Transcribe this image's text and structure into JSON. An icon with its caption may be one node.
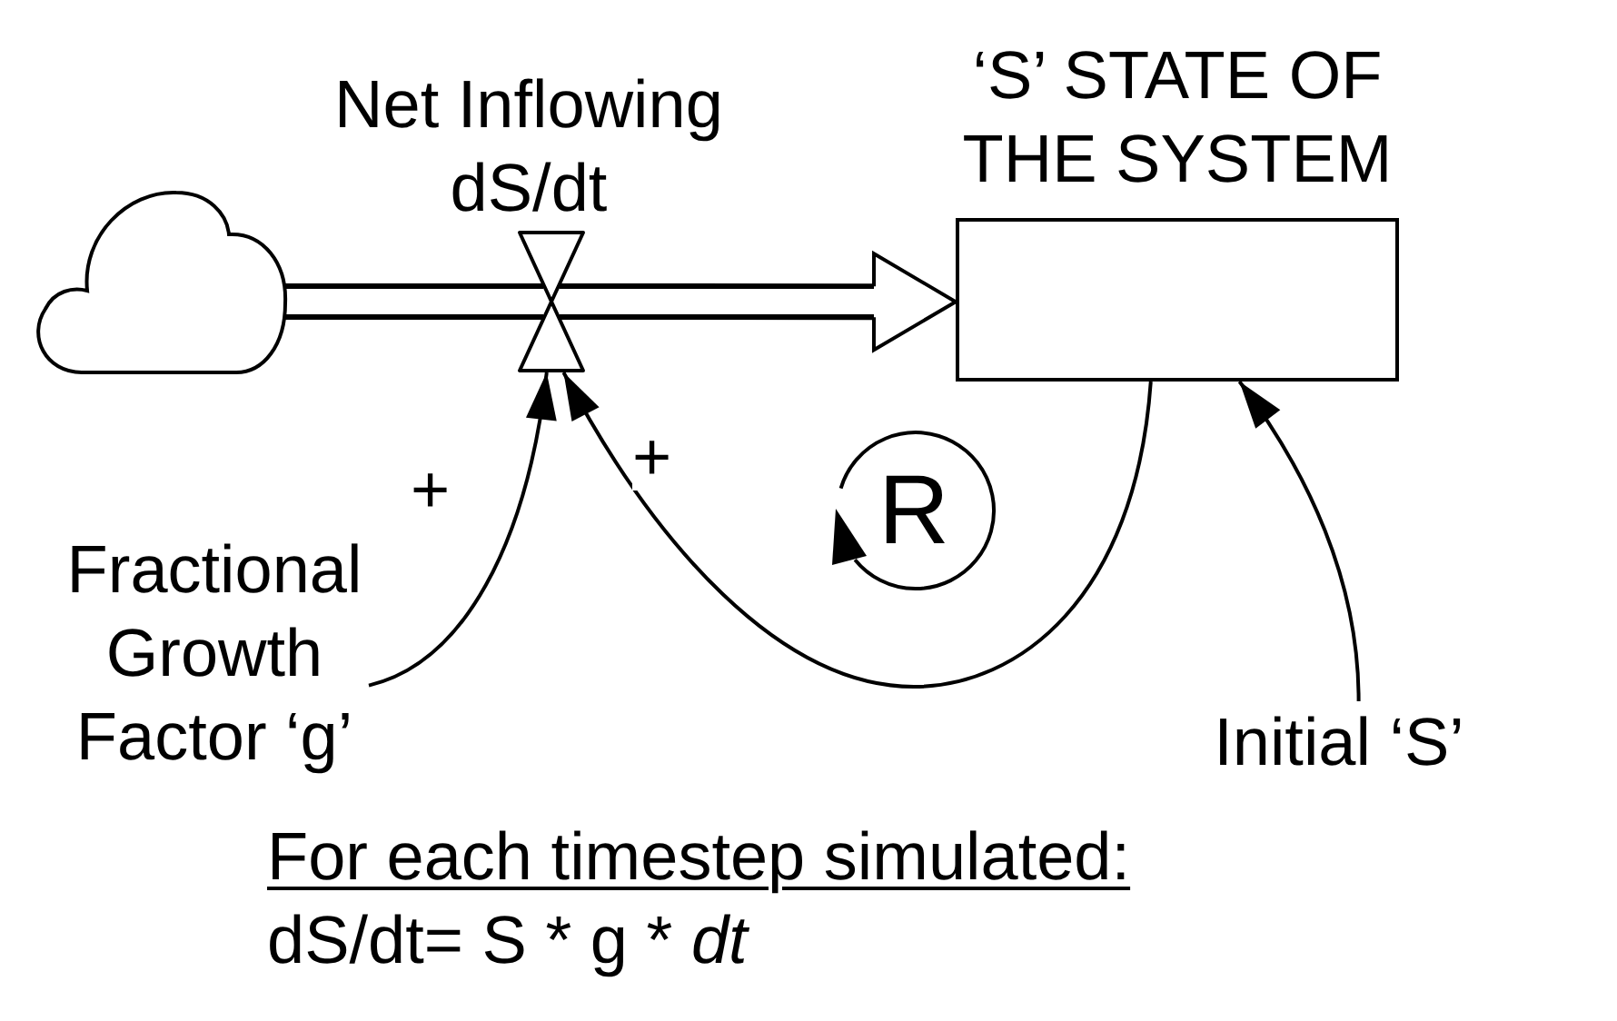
{
  "diagram": {
    "nodes": [
      {
        "text": [],
        "shape": "cloud"
      },
      {
        "text": [],
        "shape": "valve",
        "beside": [
          "Net Inflowing dS/dt"
        ]
      },
      {
        "text": [
          "‘S’ STATE OF THE SYSTEM"
        ]
      },
      {
        "text": [
          "R"
        ]
      },
      {
        "text": [
          "Fractional Growth Factor ‘g’"
        ]
      },
      {
        "text": [
          "Initial ‘S’"
        ]
      }
    ],
    "edges": [
      {
        "from": 0,
        "to": 1,
        "arrow": "none",
        "style": "thick"
      },
      {
        "from": 1,
        "to": 2,
        "arrow": "to",
        "style": "thick"
      },
      {
        "from": 4,
        "to": 1,
        "arrow": "to",
        "label": "+"
      },
      {
        "from": 2,
        "to": 1,
        "arrow": "to",
        "label": "+"
      },
      {
        "from": 5,
        "to": 2,
        "arrow": "to"
      }
    ],
    "labels": [
      "For each timestep simulated:",
      "dS/dt= S * g * *dt*"
    ]
  }
}
